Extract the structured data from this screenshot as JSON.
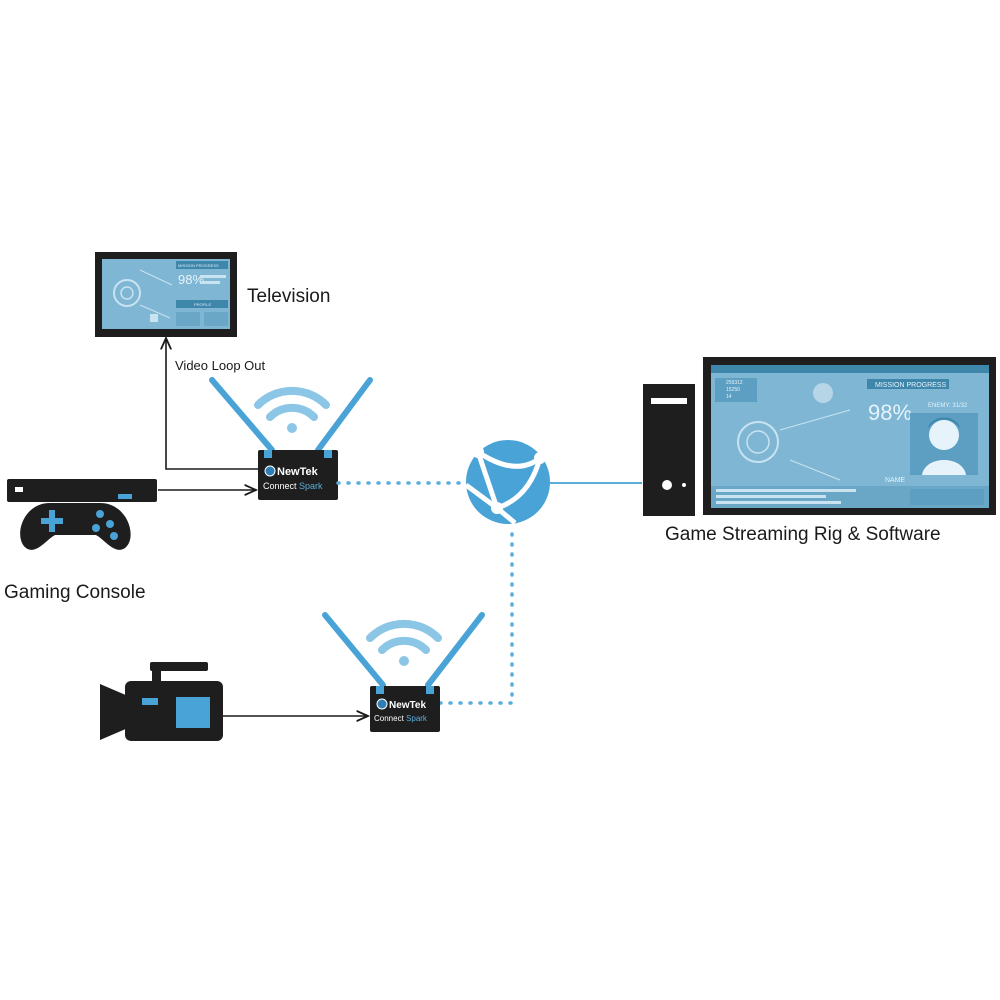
{
  "colors": {
    "accent": "#5aaedc",
    "accent_light": "#8cc6e6",
    "device": "#1e1e1e",
    "screen_bg": "#7eb6d4",
    "screen_dark": "#3f86ab",
    "line": "#1a1a1a"
  },
  "labels": {
    "television": "Television",
    "video_loop_out": "Video Loop Out",
    "gaming_console": "Gaming Console",
    "rig": "Game Streaming Rig & Software"
  },
  "encoder": {
    "brand": "NewTek",
    "model_word": "Connect",
    "model_accent": "Spark"
  },
  "monitor_ui": {
    "mission_progress": "MISSION PROGRESS",
    "percent": "98%",
    "name": "NAME",
    "enemy": "ENEMY: 31/32",
    "stats": [
      "259312",
      "15250",
      "14"
    ]
  },
  "tv_ui": {
    "title": "MISSION PROGRESS",
    "percent": "98%",
    "profile": "PROFILE"
  },
  "icons": [
    "television-icon",
    "wifi-icon",
    "globe-icon",
    "gamepad-icon",
    "camcorder-icon",
    "pc-tower-icon",
    "monitor-icon"
  ]
}
